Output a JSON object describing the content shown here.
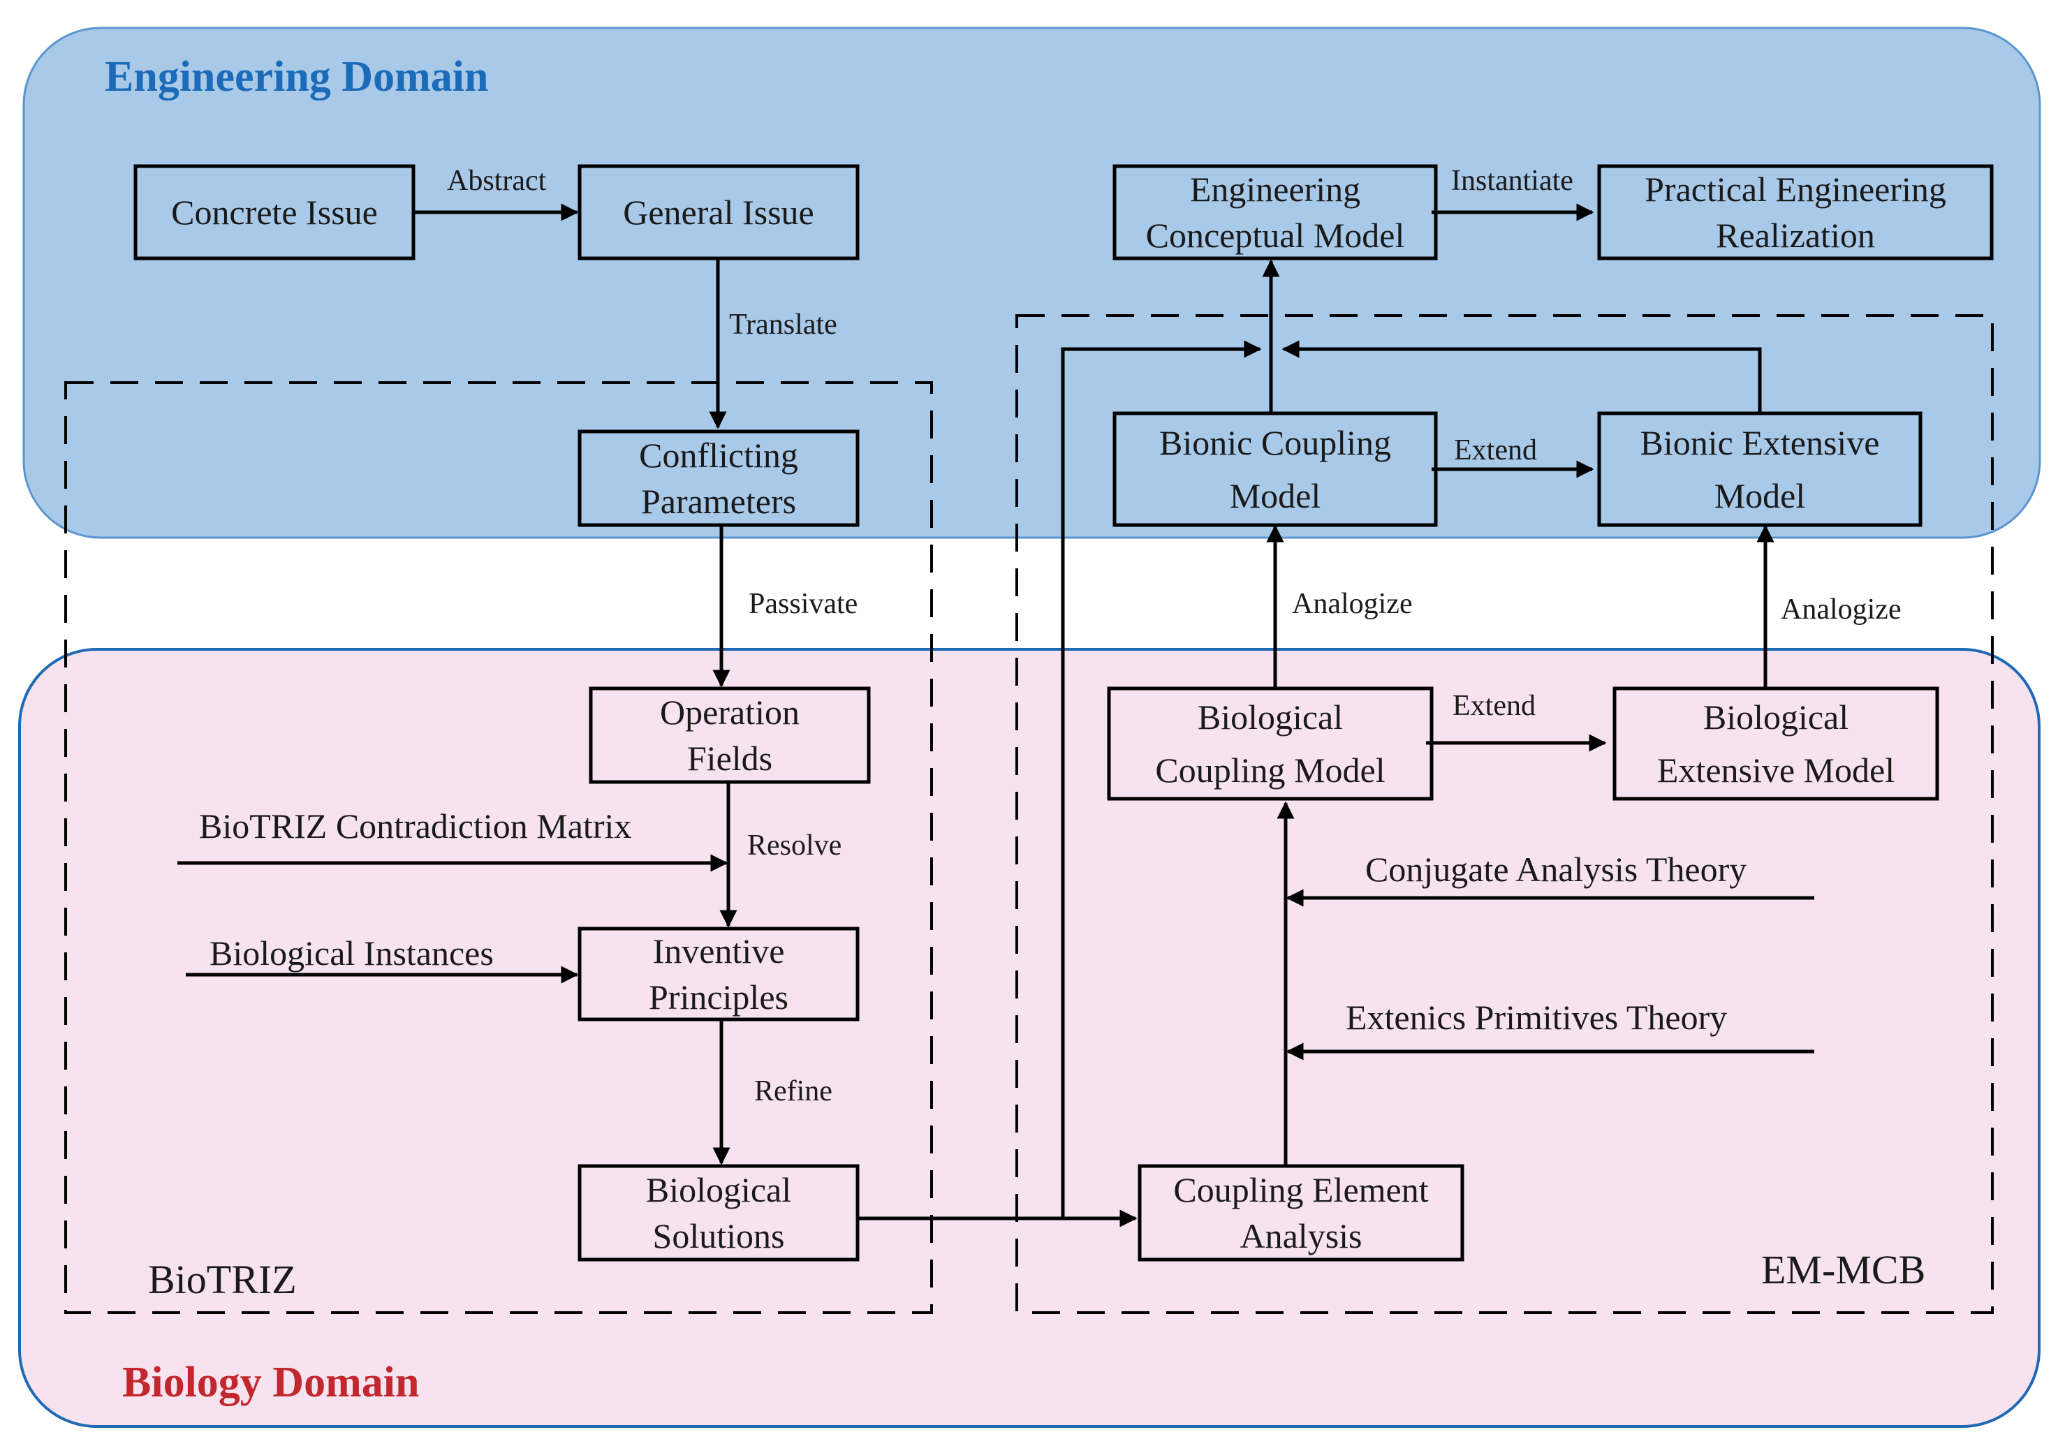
{
  "domains": {
    "engineering": {
      "title": "Engineering Domain",
      "fill": "#a9c9e9",
      "stroke": "#5b95cf",
      "title_color": "#1b6bb8"
    },
    "biology": {
      "title": "Biology Domain",
      "fill": "#f7e3ef",
      "stroke": "#2069b4",
      "title_color": "#c1272d"
    }
  },
  "groups": {
    "biotriz": "BioTRIZ",
    "emmcb": "EM-MCB"
  },
  "nodes": {
    "concrete_issue": [
      "Concrete Issue"
    ],
    "general_issue": [
      "General Issue"
    ],
    "conflicting_parameters": [
      "Conflicting",
      "Parameters"
    ],
    "operation_fields": [
      "Operation",
      "Fields"
    ],
    "inventive_principles": [
      "Inventive",
      "Principles"
    ],
    "biological_solutions": [
      "Biological",
      "Solutions"
    ],
    "coupling_element_analysis": [
      "Coupling Element",
      "Analysis"
    ],
    "biological_coupling_model": [
      "Biological",
      "Coupling Model"
    ],
    "biological_extensive_model": [
      "Biological",
      "Extensive Model"
    ],
    "bionic_coupling_model": [
      "Bionic Coupling",
      "Model"
    ],
    "bionic_extensive_model": [
      "Bionic Extensive",
      "Model"
    ],
    "engineering_conceptual_model": [
      "Engineering",
      "Conceptual Model"
    ],
    "practical_engineering_realization": [
      "Practical Engineering",
      "Realization"
    ]
  },
  "edges": {
    "abstract": "Abstract",
    "translate": "Translate",
    "passivate": "Passivate",
    "resolve": "Resolve",
    "refine": "Refine",
    "extend_bio": "Extend",
    "extend_bionic": "Extend",
    "analogize_left": "Analogize",
    "analogize_right": "Analogize",
    "instantiate": "Instantiate"
  },
  "inputs": {
    "contradiction_matrix": "BioTRIZ Contradiction Matrix",
    "biological_instances": "Biological Instances",
    "conjugate_analysis": "Conjugate Analysis Theory",
    "extenics_primitives": "Extenics Primitives Theory"
  }
}
